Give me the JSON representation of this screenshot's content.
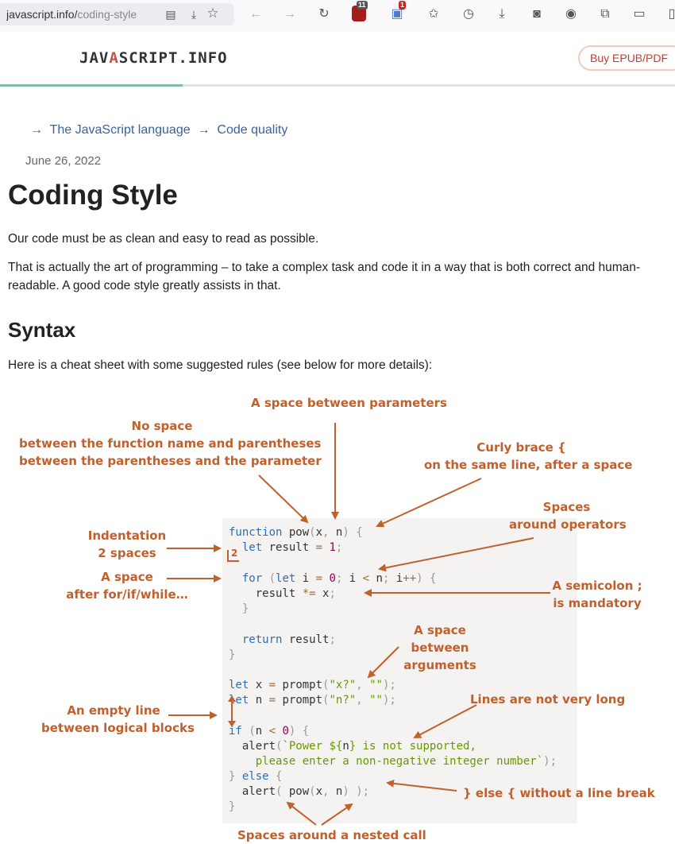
{
  "browser": {
    "url": "javascript.info/",
    "url_rest": "coding-style",
    "badges": {
      "ublock": "11",
      "ext": "1"
    }
  },
  "site": {
    "logo_left": "JAV",
    "logo_a": "A",
    "logo_right": "SCRIPT.INFO",
    "buy_button": "Buy EPUB/PDF"
  },
  "article": {
    "breadcrumbs": [
      "The JavaScript language",
      "Code quality"
    ],
    "date": "June 26, 2022",
    "title": "Coding Style",
    "para1": "Our code must be as clean and easy to read as possible.",
    "para2": "That is actually the art of programming – to take a complex task and code it in a way that is both correct and human-readable. A good code style greatly assists in that.",
    "h2": "Syntax",
    "para3": "Here is a cheat sheet with some suggested rules (see below for more details):"
  },
  "cheatsheet": {
    "indent_marker": "2",
    "annotations": {
      "params_space": "A space between parameters",
      "no_space_1": "No space",
      "no_space_2": "between the function name and parentheses",
      "no_space_3": "between the parentheses and the parameter",
      "curly_1": "Curly brace {",
      "curly_2": "on the same line, after a space",
      "operators_1": "Spaces",
      "operators_2": "around operators",
      "indent_1": "Indentation",
      "indent_2": "2 spaces",
      "aspace_1": "A space",
      "aspace_2": "after for/if/while…",
      "semicolon_1": "A semicolon ;",
      "semicolon_2": "is mandatory",
      "args_1": "A space",
      "args_2": "between",
      "args_3": "arguments",
      "emptyline_1": "An empty line",
      "emptyline_2": "between logical blocks",
      "long_lines": "Lines are not very long",
      "else": "} else { without a line break",
      "nested": "Spaces around a nested call"
    }
  }
}
